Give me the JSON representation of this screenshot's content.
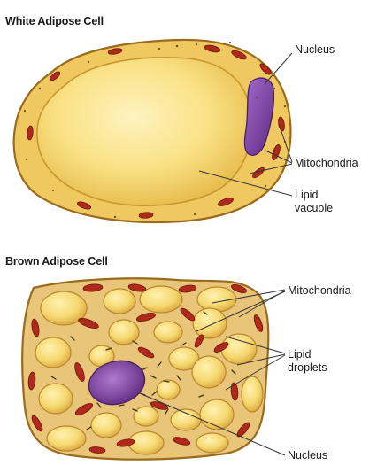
{
  "white_cell": {
    "title": "White Adipose Cell",
    "labels": {
      "nucleus": "Nucleus",
      "mitochondria": "Mitochondria",
      "lipid_vacuole_line1": "Lipid",
      "lipid_vacuole_line2": "vacuole"
    }
  },
  "brown_cell": {
    "title": "Brown Adipose Cell",
    "labels": {
      "mitochondria": "Mitochondria",
      "lipid_droplets_line1": "Lipid",
      "lipid_droplets_line2": "droplets",
      "nucleus": "Nucleus"
    }
  },
  "colors": {
    "cytoplasm": "#f0c860",
    "cell_outline": "#9a6b1c",
    "lipid": "#f7df78",
    "nucleus": "#7a3f9a",
    "mitochondria": "#b02a1c",
    "leader_line": "#333333"
  }
}
